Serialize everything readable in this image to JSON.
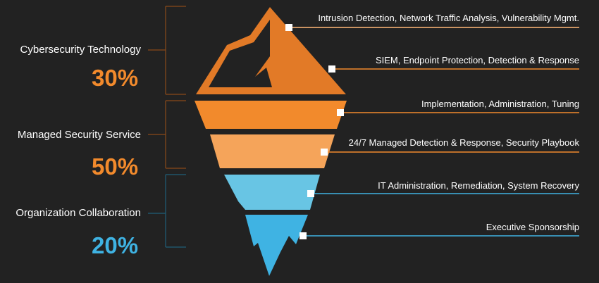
{
  "colors": {
    "background": "#222222",
    "tech": "#e27a27",
    "tech_dark": "#d96a1a",
    "managed_top": "#f28a2c",
    "managed_bottom": "#f5a45a",
    "org_top": "#68c5e4",
    "org_bottom": "#3fb3e3",
    "bracket_orange": "#8a4a1a",
    "bracket_blue": "#1f5f78",
    "line_orange": "#f28a2c",
    "line_blue": "#3fb3e3"
  },
  "categories": [
    {
      "label": "Cybersecurity Technology",
      "percent": "30%",
      "color": "#f28a2c"
    },
    {
      "label": "Managed Security Service",
      "percent": "50%",
      "color": "#f28a2c"
    },
    {
      "label": "Organization Collaboration",
      "percent": "20%",
      "color": "#3fb3e3"
    }
  ],
  "callouts": [
    {
      "text": "Intrusion Detection, Network Traffic Analysis, Vulnerability Mgmt."
    },
    {
      "text": "SIEM, Endpoint Protection, Detection & Response"
    },
    {
      "text": "Implementation, Administration, Tuning"
    },
    {
      "text": "24/7 Managed Detection & Response, Security Playbook"
    },
    {
      "text": "IT Administration, Remediation, System Recovery"
    },
    {
      "text": "Executive Sponsorship"
    }
  ]
}
